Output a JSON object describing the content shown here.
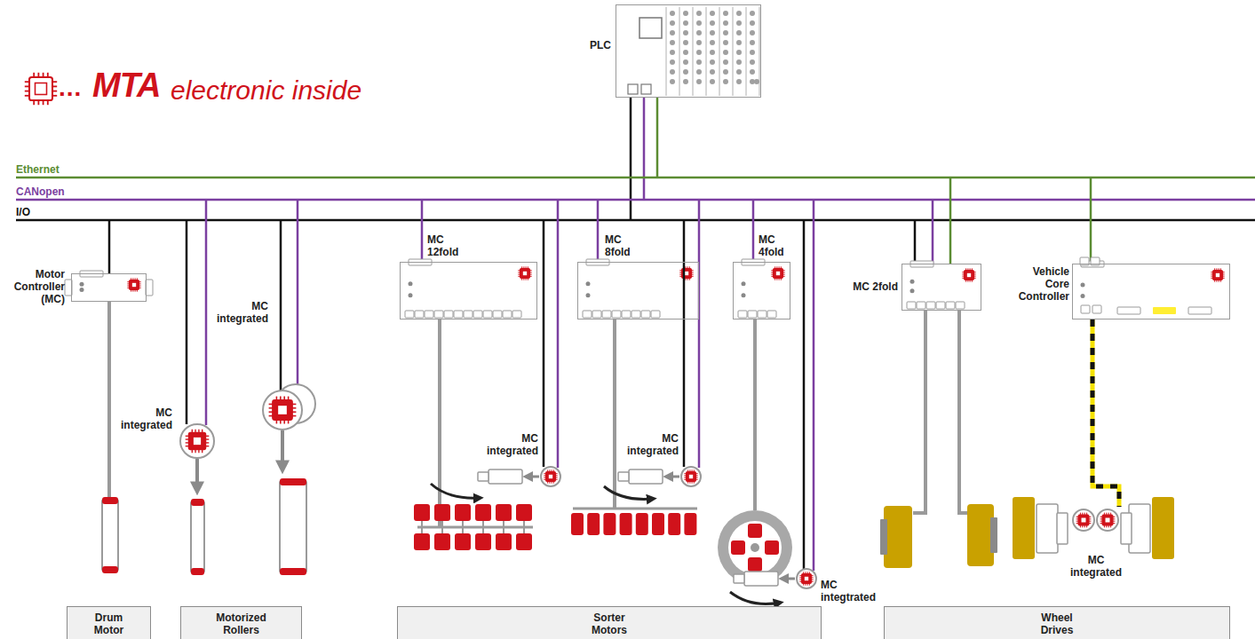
{
  "diagram": {
    "nodes": [
      {
        "text": [
          "PLC"
        ]
      },
      {
        "text": [
          "Motor Controller (MC)"
        ]
      },
      {
        "text": [
          "MC 12fold"
        ]
      },
      {
        "text": [
          "MC 8fold"
        ]
      },
      {
        "text": [
          "MC 4fold"
        ]
      },
      {
        "text": [
          "MC 2fold"
        ]
      },
      {
        "text": [
          "Vehicle Core Controller"
        ]
      },
      {
        "text": [
          "Drum Motor"
        ]
      },
      {
        "text": [
          "Motorized Rollers"
        ]
      },
      {
        "text": [
          "Sorter Motors"
        ]
      },
      {
        "text": [
          "Wheel Drives"
        ]
      }
    ],
    "labels": [
      "...",
      "MTA",
      "electronic inside",
      "Ethernet",
      "CANopen",
      "I/O",
      "MC integrated",
      "MC integrated",
      "MC integrated",
      "MC integrated",
      "MC integtrated",
      "MC integrated"
    ]
  }
}
